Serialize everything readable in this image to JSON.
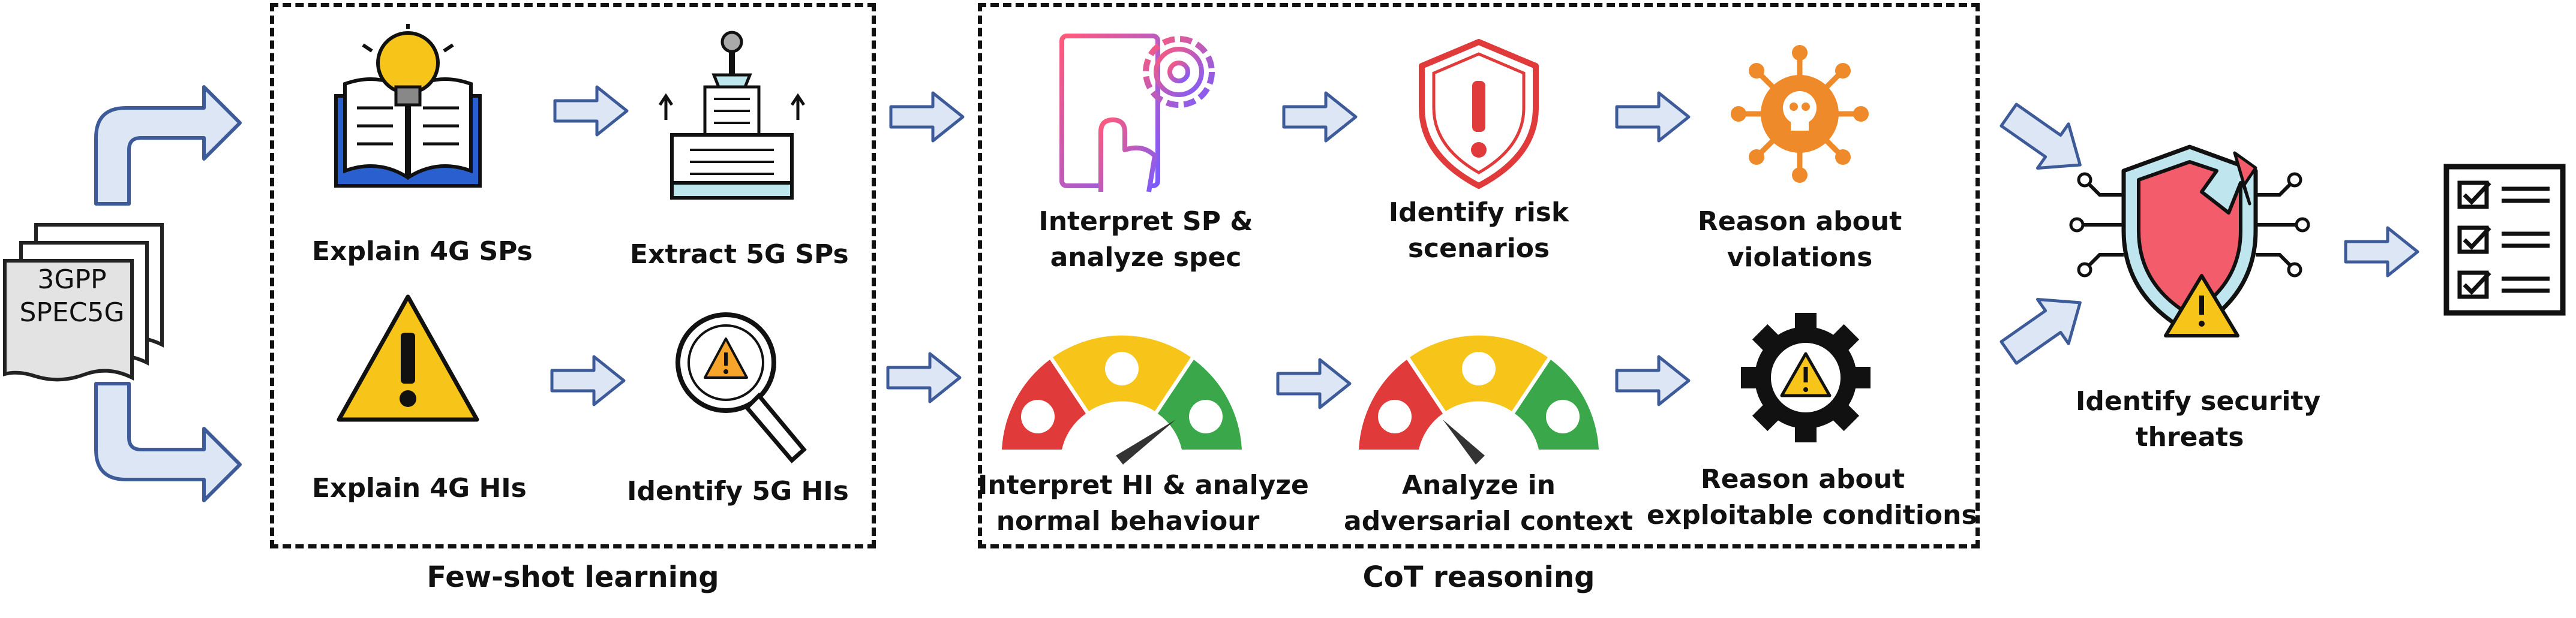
{
  "input_doc": {
    "line1": "3GPP",
    "line2": "SPEC5G"
  },
  "few_shot": {
    "title": "Few-shot learning",
    "explain_4g_sps": "Explain 4G SPs",
    "extract_5g_sps": "Extract 5G SPs",
    "explain_4g_his": "Explain 4G HIs",
    "identify_5g_his": "Identify 5G HIs"
  },
  "cot": {
    "title": "CoT reasoning",
    "interpret_sp_l1": "Interpret SP &",
    "interpret_sp_l2": "analyze spec",
    "identify_risk_l1": "Identify risk",
    "identify_risk_l2": "scenarios",
    "reason_violations_l1": "Reason about",
    "reason_violations_l2": "violations",
    "interpret_hi_l1": "Interpret HI & analyze",
    "interpret_hi_l2": "normal behaviour",
    "analyze_adv_l1": "Analyze in",
    "analyze_adv_l2": "adversarial context",
    "reason_exploit_l1": "Reason about",
    "reason_exploit_l2": "exploitable conditions"
  },
  "output": {
    "threats_l1": "Identify security",
    "threats_l2": "threats"
  },
  "colors": {
    "arrow_fill": "#dce6f5",
    "arrow_stroke": "#3d5a99",
    "accent_red": "#e03a3a",
    "accent_yellow": "#f7c41a",
    "accent_orange": "#ef8a2a",
    "accent_green": "#3aa84a"
  }
}
